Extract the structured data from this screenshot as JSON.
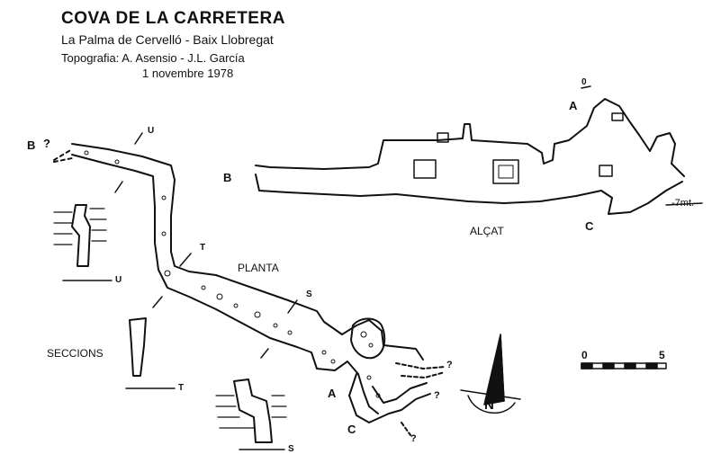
{
  "title": "COVA DE LA CARRETERA",
  "location": "La Palma de Cervelló - Baix Llobregat",
  "survey": "Topografia: A. Asensio - J.L. García",
  "date": "1 novembre 1978",
  "labels": {
    "planta": "PLANTA",
    "alcat": "ALÇAT",
    "seccions": "SECCIONS",
    "depth": "-7mt."
  },
  "points": {
    "A": "A",
    "B": "B",
    "C": "C",
    "S": "S",
    "T": "T",
    "U": "U",
    "zero": "0",
    "unknown": "?"
  },
  "scale": {
    "start": "0",
    "end": "5"
  },
  "north": "N",
  "colors": {
    "ink": "#111111",
    "paper": "#ffffff"
  }
}
